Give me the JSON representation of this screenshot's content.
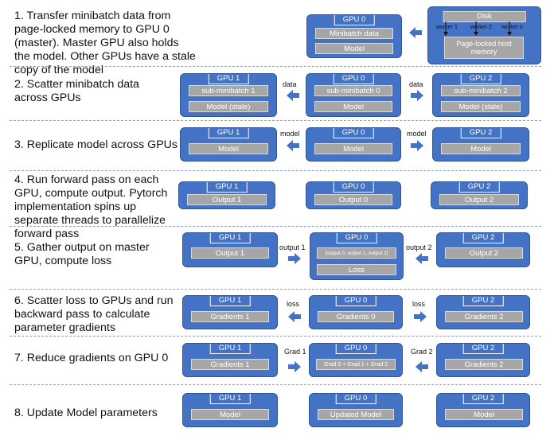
{
  "steps": [
    "1. Transfer minibatch data from page-locked memory  to GPU 0 (master). Master GPU also holds the model. Other GPUs have a stale copy of the model",
    "2. Scatter minibatch data across GPUs",
    "3. Replicate model across GPUs",
    "4. Run forward pass on each GPU, compute output. Pytorch implementation spins up separate threads to parallelize forward pass",
    "5. Gather output on master GPU, compute loss",
    "6. Scatter loss to GPUs and run backward pass to calculate parameter gradients",
    "7. Reduce gradients on GPU 0",
    "8. Update Model parameters"
  ],
  "gpu_names": {
    "g0": "GPU 0",
    "g1": "GPU 1",
    "g2": "GPU 2"
  },
  "disk": {
    "title": "Disk",
    "workers": [
      "worker 1",
      "worker 2",
      "worker n"
    ],
    "memory": "Page-locked host memory"
  },
  "row1": {
    "g0": [
      "Minibatch data",
      "Model"
    ]
  },
  "row2": {
    "g1": [
      "sub-minibatch 1",
      "Model (stale)"
    ],
    "g0": [
      "sub-minibatch 0",
      "Model"
    ],
    "g2": [
      "sub-minibatch 2",
      "Model (stale)"
    ],
    "arrow_label": "data"
  },
  "row3": {
    "g1": "Model",
    "g0": "Model",
    "g2": "Model",
    "arrow_label": "model"
  },
  "row4": {
    "g1": "Output 1",
    "g0": "Output 0",
    "g2": "Output 2"
  },
  "row5": {
    "g1": "Output 1",
    "g0": [
      "[output 0, output 1, output 2]",
      "Loss"
    ],
    "g2": "Output  2",
    "label_left": "output 1",
    "label_right": "output 2"
  },
  "row6": {
    "g1": "Gradients 1",
    "g0": "Gradients 0",
    "g2": "Gradients 2",
    "arrow_label": "loss"
  },
  "row7": {
    "g1": "Gradients 1",
    "g0": "Grad 0 + Grad 1 + Grad 2",
    "g2": "Gradients 2",
    "label_left": "Grad 1",
    "label_right": "Grad 2"
  },
  "row8": {
    "g1": "Model",
    "g0": "Updated Model",
    "g2": "Model"
  }
}
